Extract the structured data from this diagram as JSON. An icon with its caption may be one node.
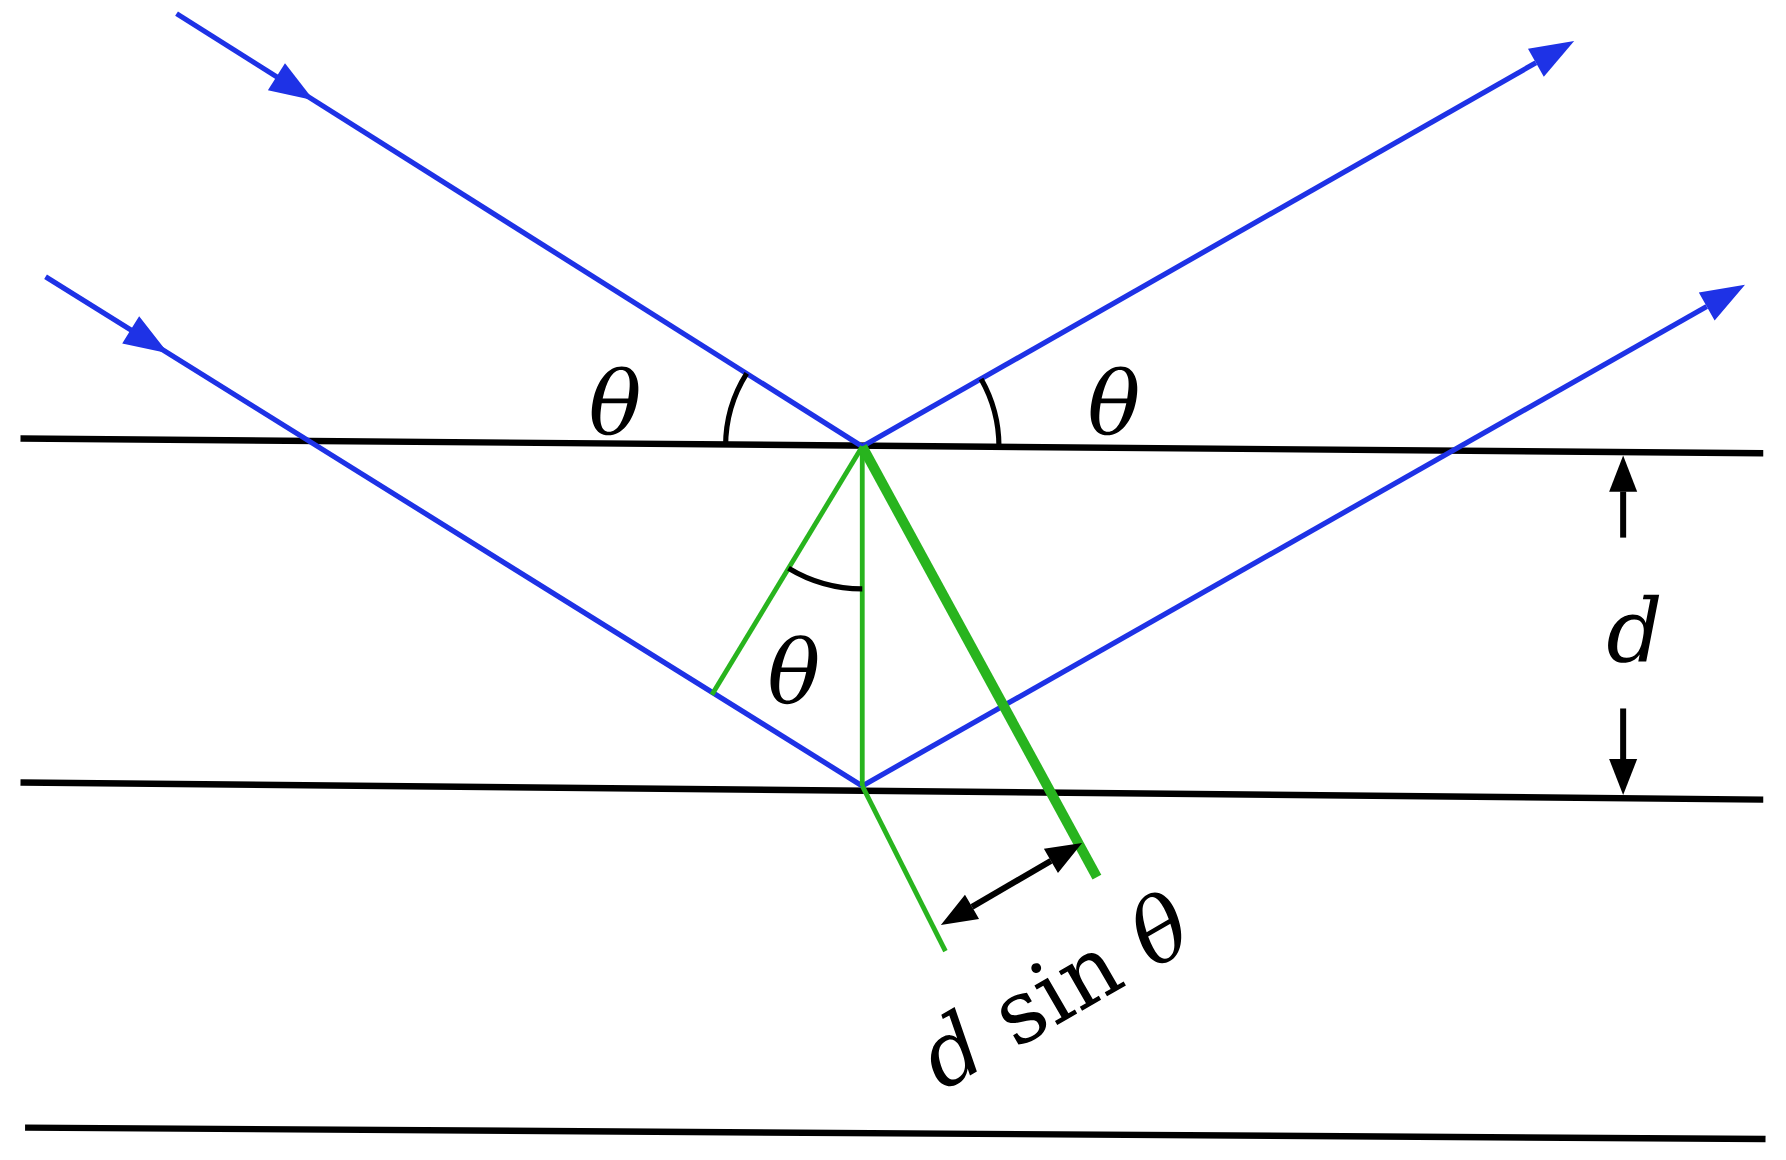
{
  "diagram": {
    "labels": [
      "θ",
      "θ",
      "θ",
      "d",
      "*d* sin *θ*"
    ]
  }
}
